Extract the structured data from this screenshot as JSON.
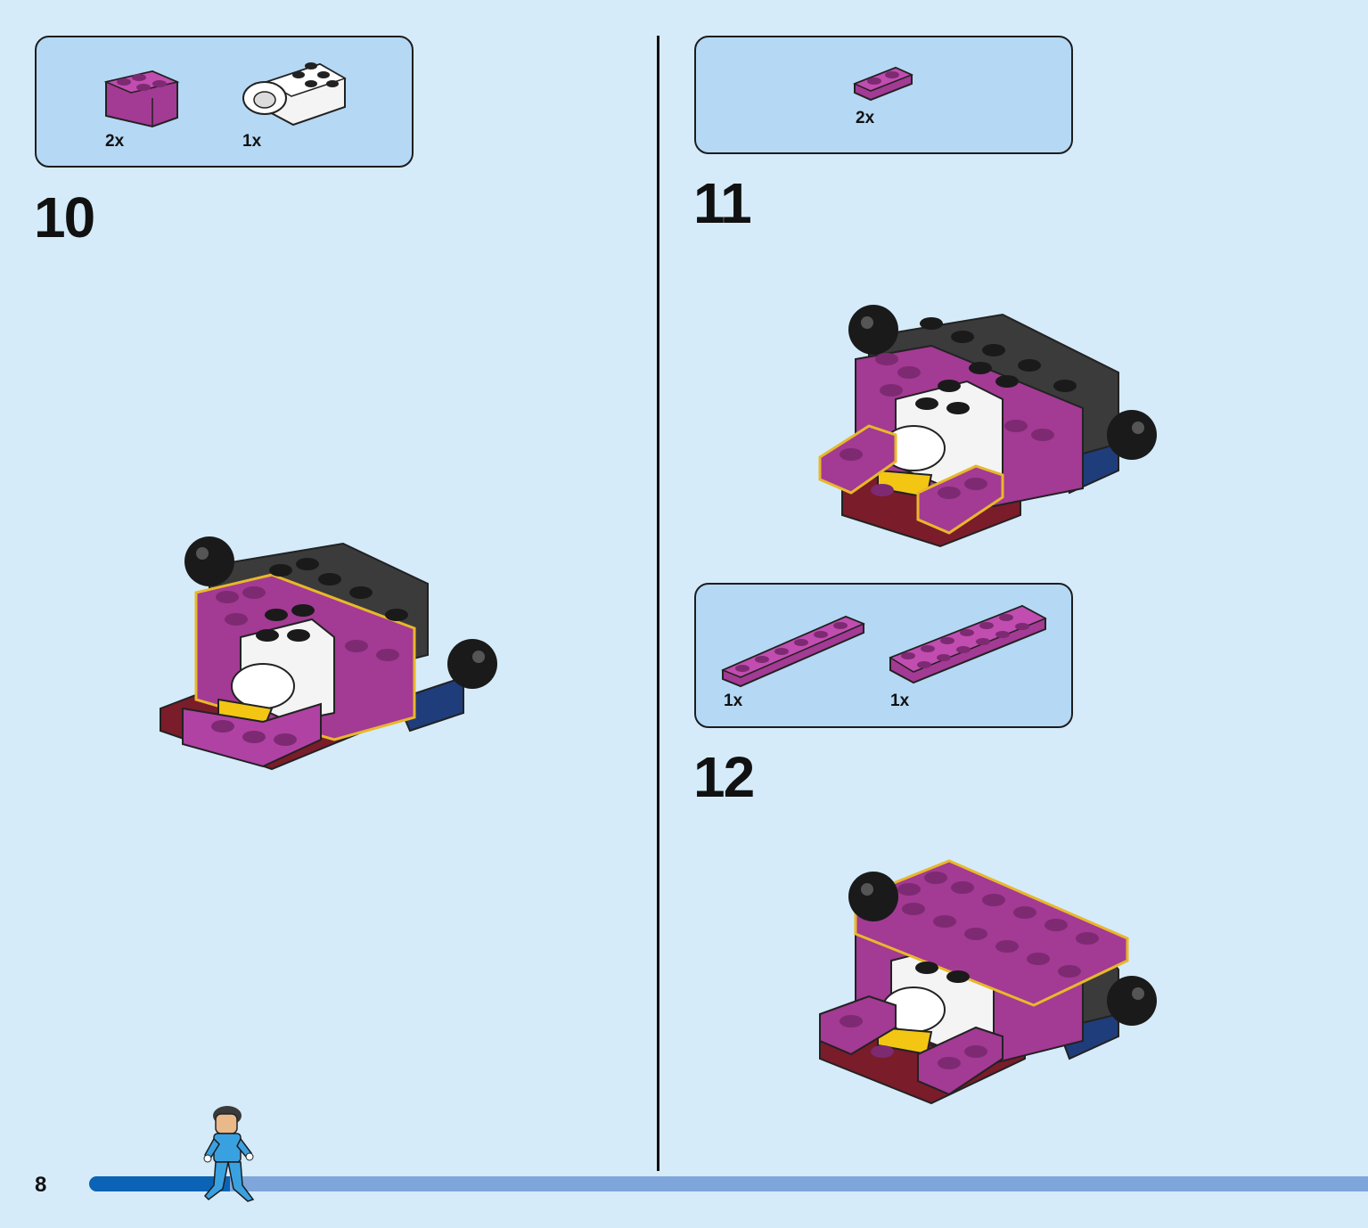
{
  "page": {
    "number": "8"
  },
  "progress": {
    "fraction": 0.11
  },
  "steps": [
    {
      "number": "10",
      "parts": [
        {
          "qty": "2x",
          "piece": "magenta-corner-brick"
        },
        {
          "qty": "1x",
          "piece": "white-clip-brick"
        }
      ]
    },
    {
      "number": "11",
      "parts": [
        {
          "qty": "2x",
          "piece": "magenta-plate-1x2"
        }
      ]
    },
    {
      "number": "12",
      "parts": [
        {
          "qty": "1x",
          "piece": "magenta-plate-1x6"
        },
        {
          "qty": "1x",
          "piece": "magenta-plate-2x6"
        }
      ]
    }
  ],
  "colors": {
    "background": "#d5ebfa",
    "parts_box": "#b5d8f4",
    "magenta": "#a33a94",
    "dark_red": "#7a1c2a",
    "dark_gray": "#3b3b3b",
    "yellow": "#f3c614",
    "highlight_outline": "#e8b82a",
    "progress_fill": "#0b63b5",
    "progress_track": "#7fa6db"
  }
}
